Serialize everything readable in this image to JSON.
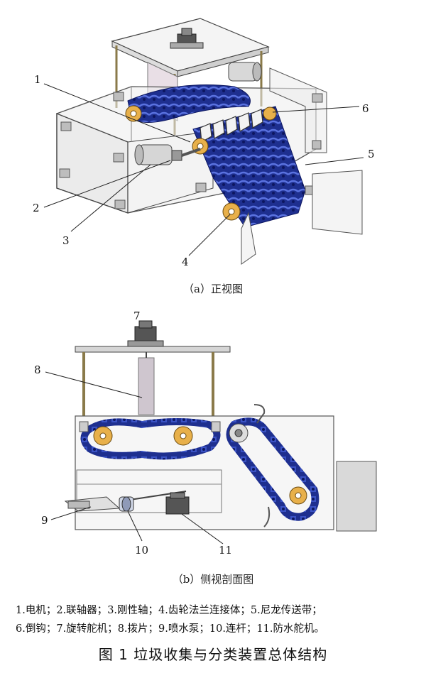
{
  "callouts_a": [
    "1",
    "2",
    "3",
    "4",
    "5",
    "6"
  ],
  "callouts_b": [
    "7",
    "8",
    "9",
    "10",
    "11"
  ],
  "caption_a": "（a）正视图",
  "caption_b": "（b）侧视剖面图",
  "legend_line1": [
    "1.电机；",
    "2.联轴器；",
    "3.刚性轴；",
    "4.齿轮法兰连接体；",
    "5.尼龙传送带；"
  ],
  "legend_line2": [
    "6.倒钩；",
    "7.旋转舵机；",
    "8.拨片；",
    "9.喷水泵；",
    "10.连杆；",
    "11.防水舵机。"
  ],
  "figure_title": "图 1  垃圾收集与分类装置总体结构",
  "colors": {
    "belt": "#1e2f8f",
    "belt_light": "#3a52c4",
    "gear": "#e8b04a",
    "frame": "#9a9a9a",
    "glass": "#eeeeee"
  }
}
